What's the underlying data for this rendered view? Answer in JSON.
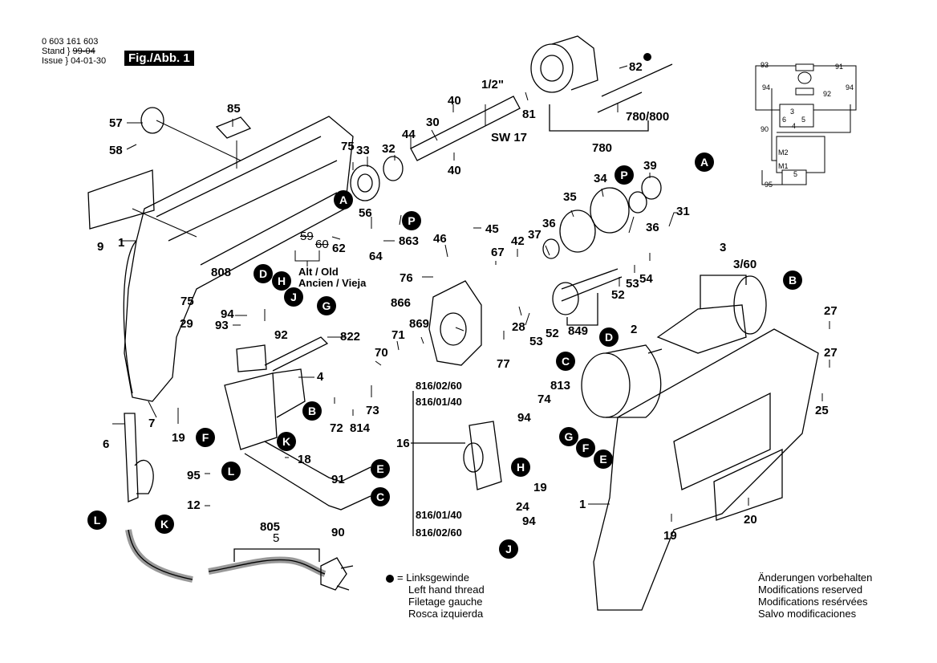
{
  "header": {
    "part_number": "0 603 161 603",
    "stand_label": "Stand",
    "issue_label": "Issue",
    "old_date": "99-04",
    "issue_date": "04-01-30",
    "figure_label": "Fig./Abb. 1"
  },
  "legend_left_thread": {
    "symbol": "●",
    "equals": "=",
    "lines": [
      "Linksgewinde",
      "Left hand thread",
      "Filetage gauche",
      "Rosca izquierda"
    ]
  },
  "legend_modifications": {
    "lines": [
      "Änderungen vorbehalten",
      "Modifications reserved",
      "Modifications resérvées",
      "Salvo modificaciones"
    ]
  },
  "old_parts_note": [
    "Alt / Old",
    "Ancien / Vieja"
  ],
  "part_labels": [
    {
      "id": "p85",
      "text": "85"
    },
    {
      "id": "p57",
      "text": "57"
    },
    {
      "id": "p58",
      "text": "58"
    },
    {
      "id": "p9",
      "text": "9"
    },
    {
      "id": "p1a",
      "text": "1"
    },
    {
      "id": "p75a",
      "text": "75"
    },
    {
      "id": "p33",
      "text": "33"
    },
    {
      "id": "p32",
      "text": "32"
    },
    {
      "id": "p44",
      "text": "44"
    },
    {
      "id": "p30",
      "text": "30"
    },
    {
      "id": "p40a",
      "text": "40"
    },
    {
      "id": "p40b",
      "text": "40"
    },
    {
      "id": "p12in",
      "text": "1/2\""
    },
    {
      "id": "p81",
      "text": "81"
    },
    {
      "id": "psw17",
      "text": "SW 17"
    },
    {
      "id": "p82",
      "text": "82"
    },
    {
      "id": "p780800",
      "text": "780/800"
    },
    {
      "id": "p780",
      "text": "780"
    },
    {
      "id": "p56",
      "text": "56"
    },
    {
      "id": "p863",
      "text": "863"
    },
    {
      "id": "p64",
      "text": "64"
    },
    {
      "id": "p59",
      "text": "59"
    },
    {
      "id": "p60",
      "text": "60"
    },
    {
      "id": "p62",
      "text": "62"
    },
    {
      "id": "p808",
      "text": "808"
    },
    {
      "id": "p75b",
      "text": "75"
    },
    {
      "id": "p94a",
      "text": "94"
    },
    {
      "id": "p93",
      "text": "93"
    },
    {
      "id": "p92",
      "text": "92"
    },
    {
      "id": "p822",
      "text": "822"
    },
    {
      "id": "p29",
      "text": "29"
    },
    {
      "id": "p4",
      "text": "4"
    },
    {
      "id": "p7",
      "text": "7"
    },
    {
      "id": "p19a",
      "text": "19"
    },
    {
      "id": "p6",
      "text": "6"
    },
    {
      "id": "p18",
      "text": "18"
    },
    {
      "id": "p95",
      "text": "95"
    },
    {
      "id": "p12",
      "text": "12"
    },
    {
      "id": "p91",
      "text": "91"
    },
    {
      "id": "p90",
      "text": "90"
    },
    {
      "id": "p805",
      "text": "805"
    },
    {
      "id": "p5",
      "text": "5"
    },
    {
      "id": "p72",
      "text": "72"
    },
    {
      "id": "p814",
      "text": "814"
    },
    {
      "id": "p73",
      "text": "73"
    },
    {
      "id": "p70",
      "text": "70"
    },
    {
      "id": "p71",
      "text": "71"
    },
    {
      "id": "p869",
      "text": "869"
    },
    {
      "id": "p866",
      "text": "866"
    },
    {
      "id": "p76",
      "text": "76"
    },
    {
      "id": "p46",
      "text": "46"
    },
    {
      "id": "p45",
      "text": "45"
    },
    {
      "id": "p67",
      "text": "67"
    },
    {
      "id": "p42",
      "text": "42"
    },
    {
      "id": "p37",
      "text": "37"
    },
    {
      "id": "p36a",
      "text": "36"
    },
    {
      "id": "p35",
      "text": "35"
    },
    {
      "id": "p34",
      "text": "34"
    },
    {
      "id": "p39",
      "text": "39"
    },
    {
      "id": "p36b",
      "text": "36"
    },
    {
      "id": "p31",
      "text": "31"
    },
    {
      "id": "p28",
      "text": "28"
    },
    {
      "id": "p77",
      "text": "77"
    },
    {
      "id": "p53a",
      "text": "53"
    },
    {
      "id": "p52a",
      "text": "52"
    },
    {
      "id": "p849",
      "text": "849"
    },
    {
      "id": "p52b",
      "text": "52"
    },
    {
      "id": "p53b",
      "text": "53"
    },
    {
      "id": "p54",
      "text": "54"
    },
    {
      "id": "p3",
      "text": "3"
    },
    {
      "id": "p360",
      "text": "3/60"
    },
    {
      "id": "p2",
      "text": "2"
    },
    {
      "id": "p813",
      "text": "813"
    },
    {
      "id": "p74",
      "text": "74"
    },
    {
      "id": "p27a",
      "text": "27"
    },
    {
      "id": "p27b",
      "text": "27"
    },
    {
      "id": "p25",
      "text": "25"
    },
    {
      "id": "p1b",
      "text": "1"
    },
    {
      "id": "p19b",
      "text": "19"
    },
    {
      "id": "p20",
      "text": "20"
    },
    {
      "id": "p16",
      "text": "16"
    },
    {
      "id": "p8160260a",
      "text": "816/02/60"
    },
    {
      "id": "p8160140a",
      "text": "816/01/40"
    },
    {
      "id": "p8160140b",
      "text": "816/01/40"
    },
    {
      "id": "p8160260b",
      "text": "816/02/60"
    },
    {
      "id": "p94b",
      "text": "94"
    },
    {
      "id": "p94c",
      "text": "94"
    },
    {
      "id": "p19c",
      "text": "19"
    },
    {
      "id": "p24",
      "text": "24"
    }
  ],
  "connector_markers": [
    {
      "id": "A1",
      "text": "A"
    },
    {
      "id": "A2",
      "text": "A"
    },
    {
      "id": "P1",
      "text": "P"
    },
    {
      "id": "P2",
      "text": "P"
    },
    {
      "id": "B1",
      "text": "B"
    },
    {
      "id": "B2",
      "text": "B"
    },
    {
      "id": "C1",
      "text": "C"
    },
    {
      "id": "C2",
      "text": "C"
    },
    {
      "id": "D1",
      "text": "D"
    },
    {
      "id": "D2",
      "text": "D"
    },
    {
      "id": "E1",
      "text": "E"
    },
    {
      "id": "E2",
      "text": "E"
    },
    {
      "id": "F1",
      "text": "F"
    },
    {
      "id": "F2",
      "text": "F"
    },
    {
      "id": "G1",
      "text": "G"
    },
    {
      "id": "G2",
      "text": "G"
    },
    {
      "id": "H1",
      "text": "H"
    },
    {
      "id": "H2",
      "text": "H"
    },
    {
      "id": "J1",
      "text": "J"
    },
    {
      "id": "J2",
      "text": "J"
    },
    {
      "id": "K1",
      "text": "K"
    },
    {
      "id": "K2",
      "text": "K"
    },
    {
      "id": "L1",
      "text": "L"
    },
    {
      "id": "L2",
      "text": "L"
    }
  ],
  "wiring_diagram": {
    "labels": [
      "93",
      "91",
      "94",
      "92",
      "94",
      "3",
      "6",
      "5",
      "4",
      "90",
      "M2",
      "M1",
      "5",
      "95"
    ]
  }
}
